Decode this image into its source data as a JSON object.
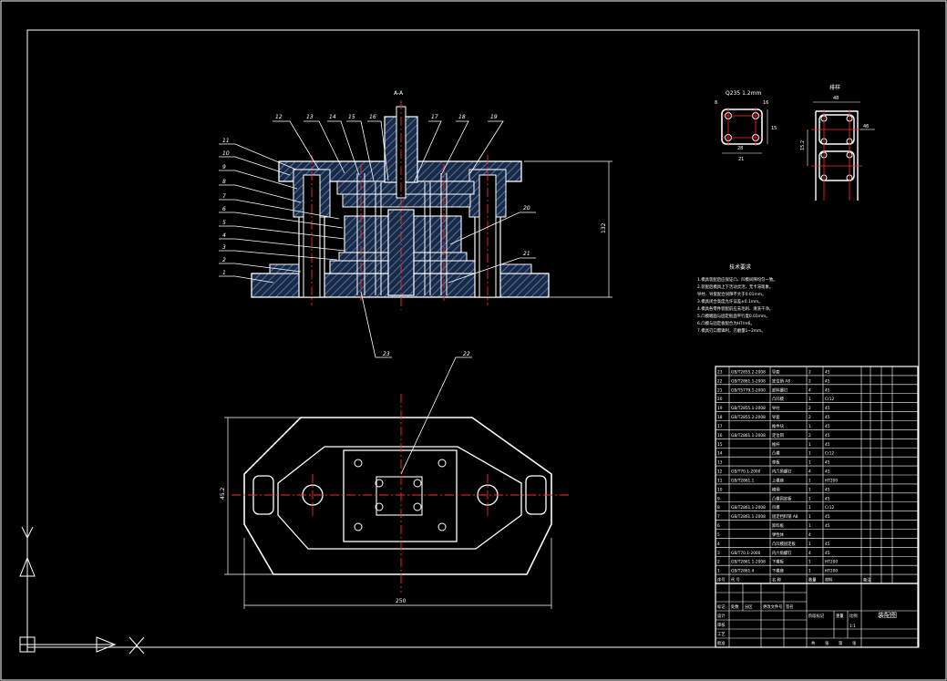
{
  "drawing": {
    "section_title": "A-A",
    "height_dim": "132",
    "plan_height_dim": "45.2",
    "plan_width_dim": "250",
    "ucs_x": "X",
    "ucs_y": "Y"
  },
  "callouts": {
    "left": [
      "11",
      "10",
      "9",
      "8",
      "7",
      "6",
      "5",
      "4",
      "3",
      "2",
      "1"
    ],
    "top": [
      "12",
      "13",
      "14",
      "15",
      "16",
      "17",
      "18",
      "19"
    ],
    "right": [
      "20",
      "21"
    ],
    "bottom": [
      "23"
    ],
    "plan": [
      "22"
    ]
  },
  "detail_views": {
    "part_caption": "Q235 1.2mm",
    "part_dims": [
      "8",
      "16",
      "28",
      "21",
      "15"
    ],
    "layout_caption": "排样",
    "layout_dims": [
      "48",
      "46",
      "15.2"
    ]
  },
  "notes": {
    "title": "技术要求",
    "lines": [
      "1.模具装配后应保证凸、凹模间隙均匀一致。",
      "2.装配后模具上下活动灵活，无卡滞现象。",
      "  导柱、导套配合间隙不大于0.01mm。",
      "3.模具闭合高度允许误差±0.1mm。",
      "4.模具各零件装配前应去毛刺、清洗干净。",
      "5.凸模端面与固定板面平行度0.01mm。",
      "6.凸模与固定板配合为H7/m6。",
      "7.模具刃口需锋利，刃磨量1~2mm。"
    ]
  },
  "bom": {
    "header": [
      "序号",
      "代 号",
      "名 称",
      "数量",
      "材料",
      "备注"
    ],
    "rows": [
      [
        "23",
        "GB/T2855.2-2008",
        "导套",
        "2",
        "45",
        ""
      ],
      [
        "22",
        "GB/T2861.1-2008",
        "定位销 A8",
        "2",
        "45",
        ""
      ],
      [
        "21",
        "GB/T5779.1-2000",
        "卸料螺钉",
        "4",
        "45",
        ""
      ],
      [
        "20",
        "",
        "凸凹模",
        "1",
        "Cr12",
        ""
      ],
      [
        "19",
        "GB/T2855.1-2008",
        "导柱",
        "2",
        "45",
        ""
      ],
      [
        "18",
        "GB/T2855.2-2008",
        "导套",
        "2",
        "45",
        ""
      ],
      [
        "17",
        "",
        "推件块",
        "1",
        "45",
        ""
      ],
      [
        "16",
        "GB/T2861.1-2008",
        "定位销",
        "2",
        "45",
        ""
      ],
      [
        "15",
        "",
        "推杆",
        "1",
        "45",
        ""
      ],
      [
        "14",
        "",
        "凸模",
        "1",
        "Cr12",
        ""
      ],
      [
        "13",
        "",
        "垫板",
        "1",
        "45",
        ""
      ],
      [
        "12",
        "GB/T70.1-2000",
        "内六角螺钉",
        "4",
        "45",
        ""
      ],
      [
        "11",
        "GB/T2861.1",
        "上模座",
        "1",
        "HT200",
        ""
      ],
      [
        "10",
        "",
        "模柄",
        "1",
        "45",
        ""
      ],
      [
        "9",
        "",
        "凸模固定板",
        "1",
        "45",
        ""
      ],
      [
        "8",
        "GB/T2861.1-2008",
        "凹模",
        "1",
        "Cr12",
        ""
      ],
      [
        "7",
        "GB/T2861.1-2008",
        "固定挡料销 A8",
        "1",
        "45",
        ""
      ],
      [
        "6",
        "",
        "卸料板",
        "1",
        "45",
        ""
      ],
      [
        "5",
        "",
        "弹性体",
        "4",
        "",
        ""
      ],
      [
        "4",
        "",
        "凸凹模固定板",
        "1",
        "45",
        ""
      ],
      [
        "3",
        "GB/T70.1-2000",
        "内六角螺钉",
        "4",
        "45",
        ""
      ],
      [
        "2",
        "GB/T2861.1-2008",
        "下模板",
        "1",
        "HT200",
        ""
      ],
      [
        "1",
        "GB/T2861.4",
        "下模座",
        "1",
        "HT200",
        ""
      ]
    ]
  },
  "title_block": {
    "drawing_name": "装配图",
    "row_labels": [
      "标记",
      "处数",
      "分区",
      "更改文件号",
      "签名",
      "年月日"
    ],
    "roles": [
      "设计",
      "审核",
      "工艺",
      "批准"
    ],
    "stage_labels": [
      "阶段标记",
      "重量",
      "比例"
    ],
    "scale": "1:1",
    "sheet_labels": [
      "共",
      "张",
      "第",
      "张"
    ]
  },
  "colors": {
    "background": "#000000",
    "line": "#ffffff",
    "hatch": "#5b86c4",
    "centerline": "#ff2a2a",
    "frame": "#ffffff"
  }
}
